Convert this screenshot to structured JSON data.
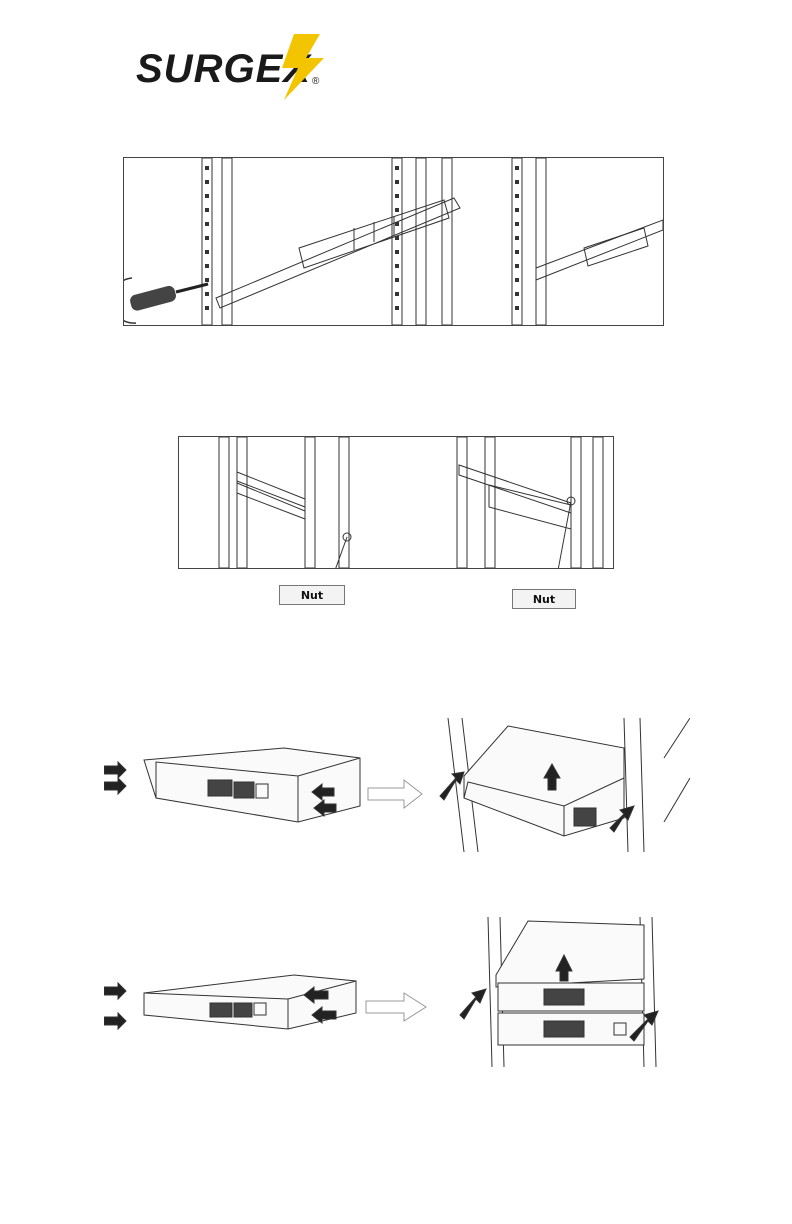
{
  "logo": {
    "brand": "SURGEX",
    "registered": "®",
    "accent": "#f2c500",
    "text_color": "#1a1a1a"
  },
  "figures": {
    "step1": {
      "icon": "screwdriver-icon"
    },
    "step2": {
      "callouts": [
        "Nut",
        "Nut"
      ]
    },
    "step3": {
      "arrow": "arrow-right-outline"
    },
    "step4": {
      "arrow": "arrow-right-outline"
    }
  }
}
